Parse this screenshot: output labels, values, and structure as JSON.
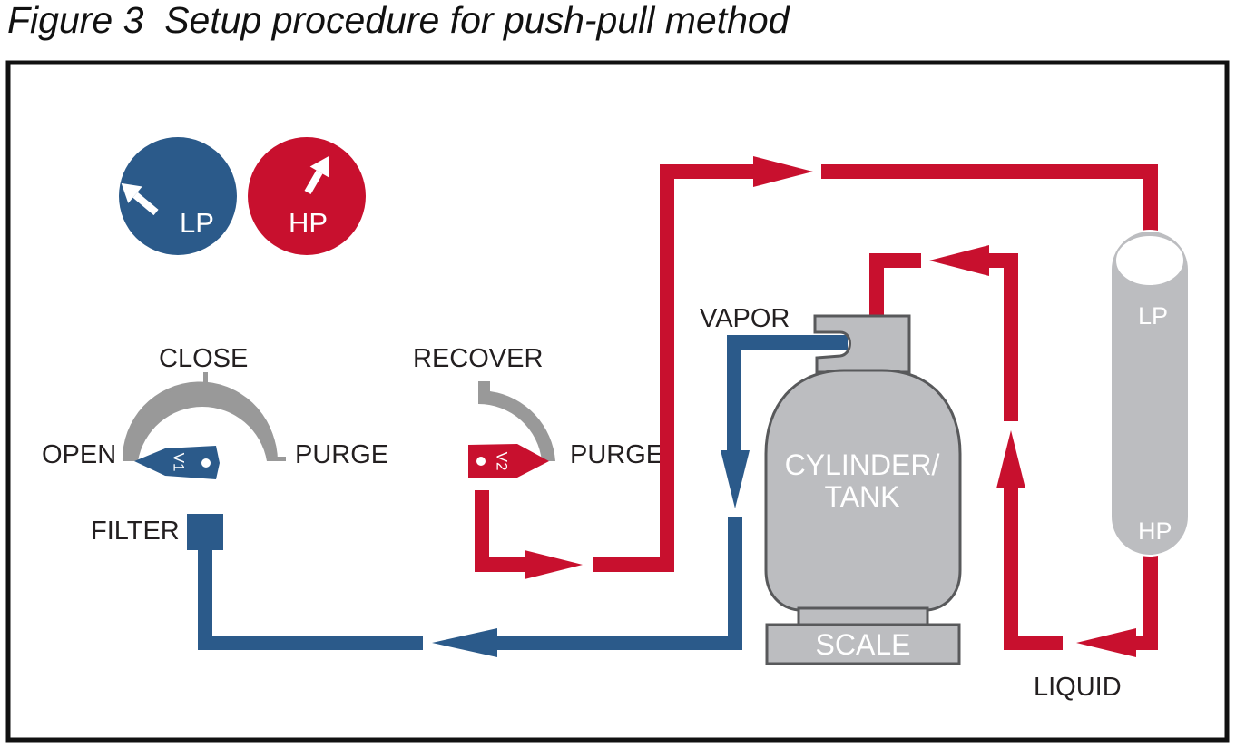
{
  "figure": {
    "title": "Figure 3  Setup procedure for push-pull method"
  },
  "gauges": {
    "low_pressure": {
      "label": "LP"
    },
    "high_pressure": {
      "label": "HP"
    }
  },
  "valve_1": {
    "label": "V1",
    "close_label": "CLOSE",
    "open_label": "OPEN",
    "purge_label": "PURGE"
  },
  "valve_2": {
    "label": "V2",
    "recover_label": "RECOVER",
    "purge_label": "PURGE"
  },
  "filter": {
    "label": "FILTER"
  },
  "cylinder": {
    "vapor_label": "VAPOR",
    "label_line1": "CYLINDER/",
    "label_line2": "TANK",
    "scale_label": "SCALE",
    "liquid_label": "LIQUID"
  },
  "recovery_unit": {
    "lp_label": "LP",
    "hp_label": "HP"
  },
  "colors": {
    "red_line": "#c8102e",
    "blue_line": "#2b5a8a",
    "gray_body": "#bcbdc0",
    "gray_valve": "#999999",
    "frame": "#111111"
  }
}
